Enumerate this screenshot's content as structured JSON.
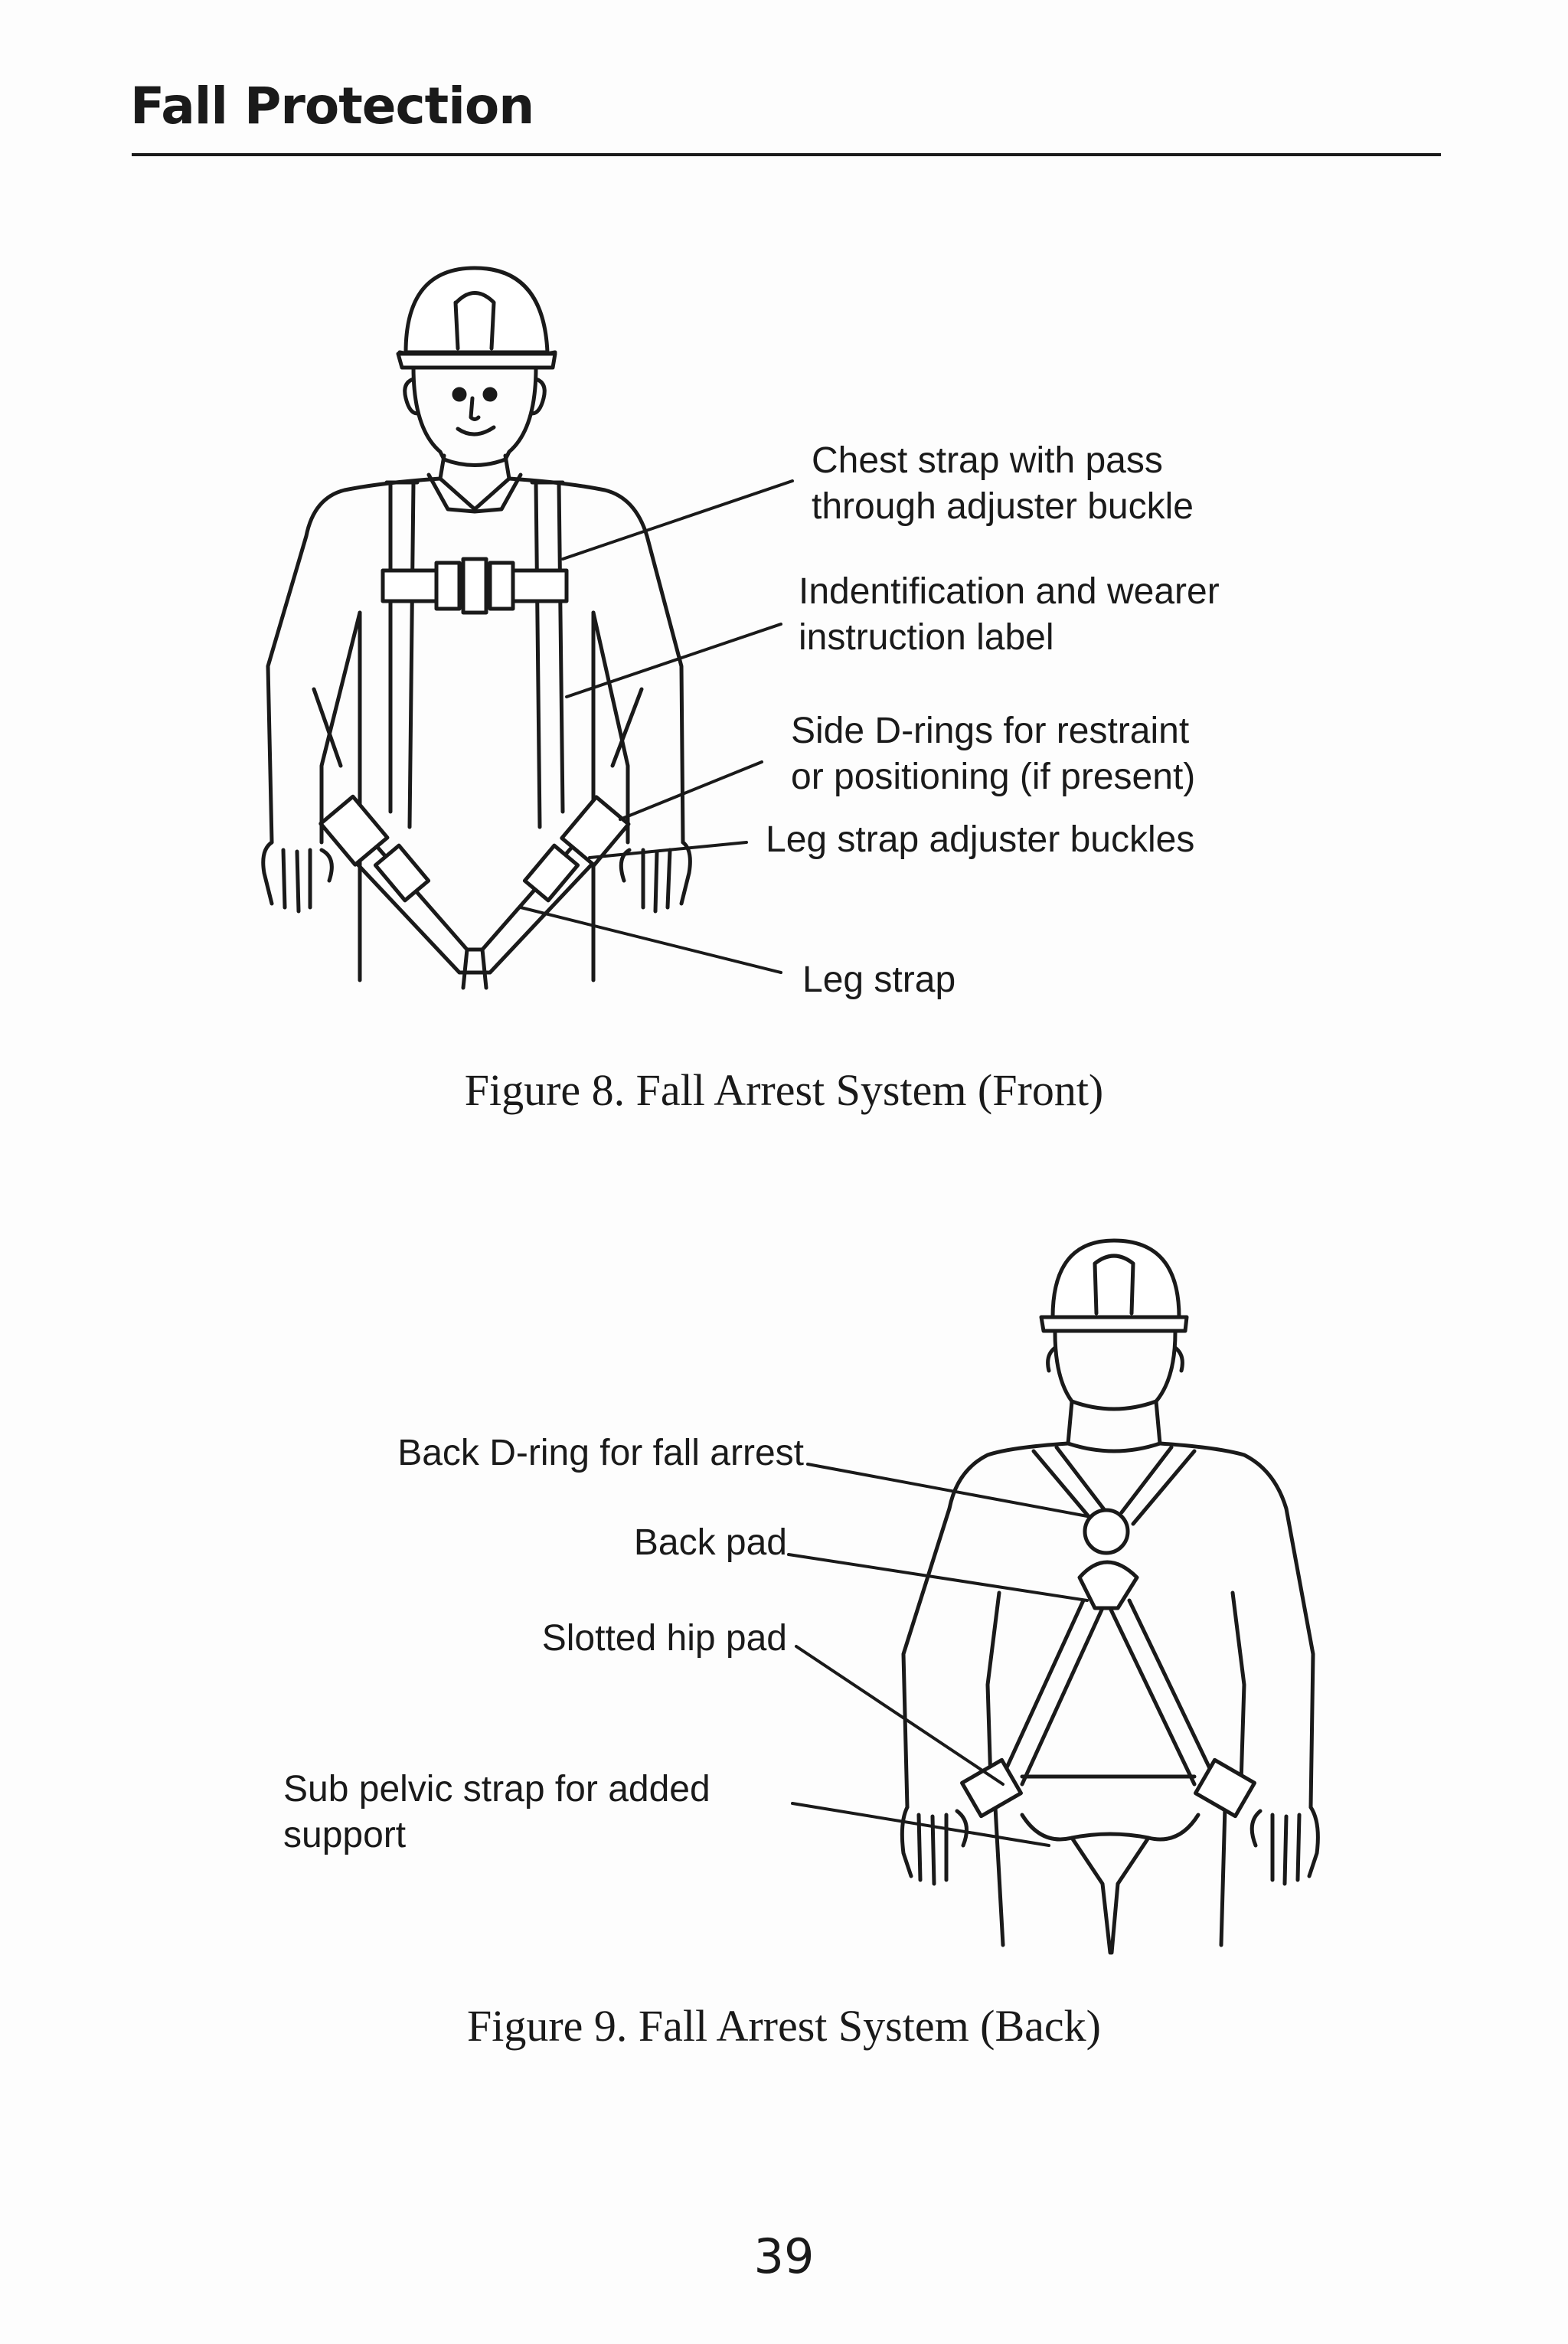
{
  "header": {
    "title": "Fall Protection"
  },
  "figure8": {
    "callouts": {
      "chest_strap": [
        "Chest strap with pass",
        "through adjuster buckle"
      ],
      "id_label": [
        "Indentification and wearer",
        "instruction label"
      ],
      "side_d_rings": [
        "Side D-rings for restraint",
        "or positioning (if present)"
      ],
      "leg_buckles": "Leg strap adjuster buckles",
      "leg_strap": "Leg strap"
    },
    "caption": "Figure 8. Fall Arrest System (Front)"
  },
  "figure9": {
    "callouts": {
      "back_d_ring": "Back D-ring for fall arrest",
      "back_pad": "Back pad",
      "hip_pad": "Slotted hip pad",
      "sub_pelvic": [
        "Sub pelvic strap for added",
        "support"
      ]
    },
    "caption": "Figure 9. Fall Arrest System (Back)"
  },
  "footer": {
    "page_number": "39"
  }
}
